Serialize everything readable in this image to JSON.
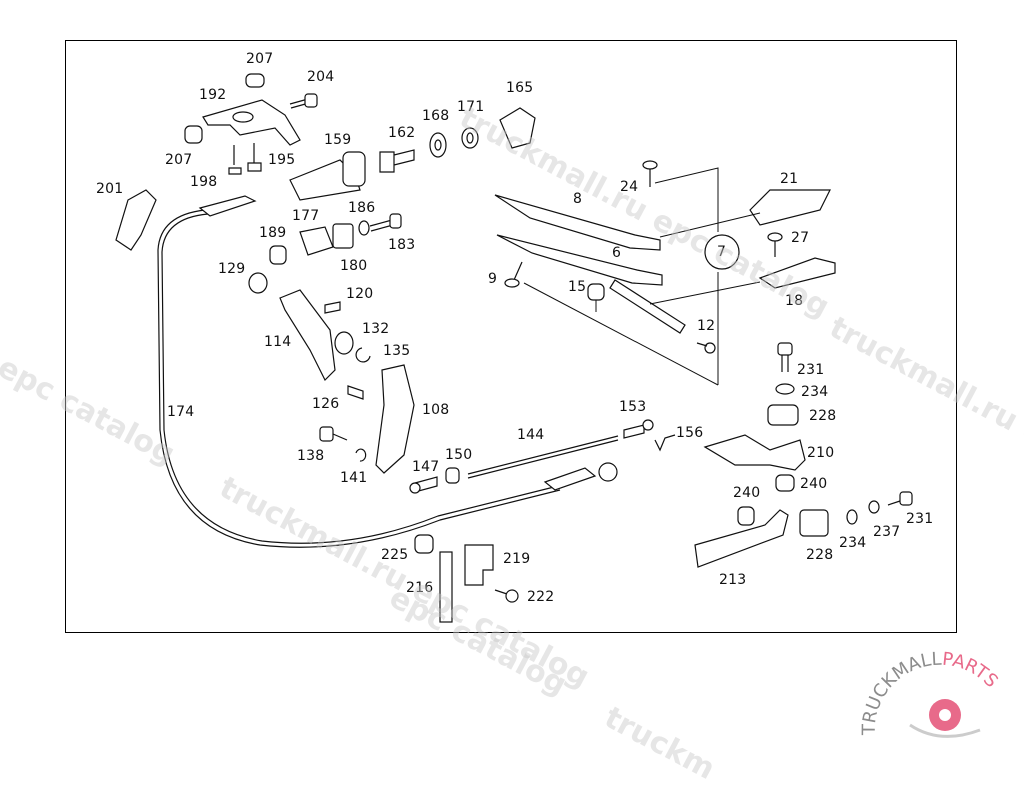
{
  "diagram": {
    "title": "",
    "frame": "parts-diagram",
    "callout_circle": "7",
    "parts": [
      {
        "id": "207a",
        "label": "207"
      },
      {
        "id": "204",
        "label": "204"
      },
      {
        "id": "192",
        "label": "192"
      },
      {
        "id": "207b",
        "label": "207"
      },
      {
        "id": "198",
        "label": "198"
      },
      {
        "id": "195",
        "label": "195"
      },
      {
        "id": "159",
        "label": "159"
      },
      {
        "id": "162",
        "label": "162"
      },
      {
        "id": "168",
        "label": "168"
      },
      {
        "id": "171",
        "label": "171"
      },
      {
        "id": "165",
        "label": "165"
      },
      {
        "id": "201",
        "label": "201"
      },
      {
        "id": "177",
        "label": "177"
      },
      {
        "id": "186",
        "label": "186"
      },
      {
        "id": "189",
        "label": "189"
      },
      {
        "id": "183",
        "label": "183"
      },
      {
        "id": "180",
        "label": "180"
      },
      {
        "id": "129",
        "label": "129"
      },
      {
        "id": "120",
        "label": "120"
      },
      {
        "id": "114",
        "label": "114"
      },
      {
        "id": "132",
        "label": "132"
      },
      {
        "id": "135",
        "label": "135"
      },
      {
        "id": "174",
        "label": "174"
      },
      {
        "id": "126",
        "label": "126"
      },
      {
        "id": "108",
        "label": "108"
      },
      {
        "id": "138",
        "label": "138"
      },
      {
        "id": "141",
        "label": "141"
      },
      {
        "id": "147",
        "label": "147"
      },
      {
        "id": "150",
        "label": "150"
      },
      {
        "id": "144",
        "label": "144"
      },
      {
        "id": "153",
        "label": "153"
      },
      {
        "id": "156",
        "label": "156"
      },
      {
        "id": "24",
        "label": "24"
      },
      {
        "id": "21",
        "label": "21"
      },
      {
        "id": "8",
        "label": "8"
      },
      {
        "id": "6",
        "label": "6"
      },
      {
        "id": "27",
        "label": "27"
      },
      {
        "id": "9",
        "label": "9"
      },
      {
        "id": "15",
        "label": "15"
      },
      {
        "id": "18",
        "label": "18"
      },
      {
        "id": "12",
        "label": "12"
      },
      {
        "id": "231a",
        "label": "231"
      },
      {
        "id": "234a",
        "label": "234"
      },
      {
        "id": "228a",
        "label": "228"
      },
      {
        "id": "210",
        "label": "210"
      },
      {
        "id": "240a",
        "label": "240"
      },
      {
        "id": "240b",
        "label": "240"
      },
      {
        "id": "213",
        "label": "213"
      },
      {
        "id": "228b",
        "label": "228"
      },
      {
        "id": "234b",
        "label": "234"
      },
      {
        "id": "237",
        "label": "237"
      },
      {
        "id": "231b",
        "label": "231"
      },
      {
        "id": "225",
        "label": "225"
      },
      {
        "id": "219",
        "label": "219"
      },
      {
        "id": "216",
        "label": "216"
      },
      {
        "id": "222",
        "label": "222"
      }
    ]
  },
  "watermarks": [
    "truckmall.ru epc catalog",
    "truckmall.ru epc catalog",
    "truckmall.ru epc catalog",
    "epc catalog",
    "truckmall.ru e",
    "l epc catalog",
    "truckm"
  ],
  "logo": {
    "text_gray": "TRUCKMALL",
    "text_pink": "PARTS",
    "colors": {
      "gray": "#8c8c8c",
      "pink": "#e86a8a"
    }
  }
}
